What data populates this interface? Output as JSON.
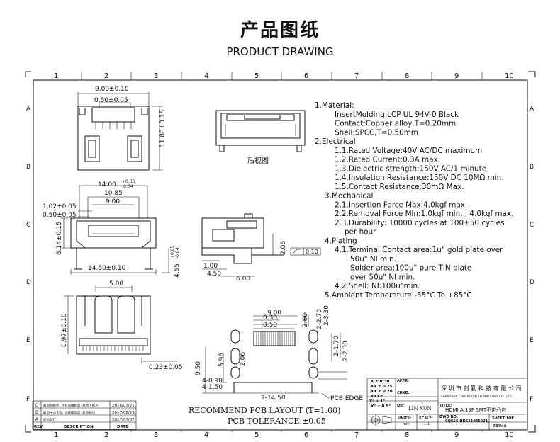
{
  "header": {
    "title_cn": "产品图纸",
    "title_en": "PRODUCT DRAWING"
  },
  "frame": {
    "columns": [
      "1",
      "2",
      "3",
      "4",
      "5",
      "6",
      "7",
      "8",
      "9",
      "10"
    ],
    "rows": [
      "A",
      "B",
      "C",
      "D",
      "E",
      "F"
    ]
  },
  "views": {
    "rear_view_label": "后视图",
    "top_dims": {
      "width": "9.00±0.10",
      "pin": "0.50±0.05",
      "height": "11.80±0.15"
    },
    "front_dims": {
      "total": "14.00",
      "total_tol_up": "+0.05",
      "total_tol_dn": "-0.04",
      "inner": "10.85",
      "pin_span": "9.00",
      "d1": "1.02±0.05",
      "d2": "0.50±0.05",
      "height": "6.14±0.15",
      "base": "14.50±0.10",
      "side_h": "4.55",
      "side_h_tol_up": "+0.05",
      "side_h_tol_dn": "-0.04"
    },
    "side_dims": {
      "d206": "2.06",
      "flatness": "0.10",
      "d100": "1.00",
      "d450": "4.50",
      "d600": "6.00"
    },
    "bottom_dims": {
      "d500": "5.00",
      "d097": "0.97±0.10",
      "d023": "0.23±0.05"
    }
  },
  "pcb": {
    "dims": [
      "9.00",
      "0.30",
      "0.50",
      "2.60",
      "2-2.70",
      "2-3.30",
      "2-1.70",
      "2-2.30",
      "9.50",
      "5.96",
      "2.06",
      "4-0.90",
      "4-1.50",
      "2-14.50"
    ],
    "edge_label": "PCB EDGE",
    "layout_title": "RECOMMEND PCB LAYOUT (T=1.00)",
    "tolerance": "PCB TOLERANCE:±0.05"
  },
  "specs": [
    {
      "text": "1.Material:",
      "indent": 0
    },
    {
      "text": "InsertMolding:LCP UL 94V-0 Black",
      "indent": 2
    },
    {
      "text": "Contact:Copper alloy,T=0.20mm",
      "indent": 2
    },
    {
      "text": "Shell:SPCC,T=0.50mm",
      "indent": 2
    },
    {
      "text": "2.Electrical",
      "indent": 0
    },
    {
      "text": "1.1.Rated Voltage:40V AC/DC maximum",
      "indent": 2
    },
    {
      "text": "1.2.Rated Current:0.3A max.",
      "indent": 2
    },
    {
      "text": "1.3.Dielectric strength:150V AC/1 minute",
      "indent": 2
    },
    {
      "text": "1.4.Insulation Resistance:150V DC 10MΩ min.",
      "indent": 2
    },
    {
      "text": "1.5.Contact Resistance:30mΩ Max.",
      "indent": 2
    },
    {
      "text": "3.Mechanical",
      "indent": 1
    },
    {
      "text": "2.1.Insertion Force Max:4.0kgf max.",
      "indent": 2
    },
    {
      "text": "2.2.Removal Force Min:1.0kgf min. , 4.0kgf max.",
      "indent": 2
    },
    {
      "text": "2.3.Durability: 10000 cycles at 100±50 cycles",
      "indent": 2
    },
    {
      "text": "per hour",
      "indent": 3
    },
    {
      "text": "4.Plating",
      "indent": 1
    },
    {
      "text": "4.1.Terminal:Contact area:1u\" gold plate over",
      "indent": 2
    },
    {
      "text": "50u\" NI min.",
      "indent": 4
    },
    {
      "text": "Solder area:100u\" pure TIN plate",
      "indent": 4
    },
    {
      "text": "over 50u\" NI min.",
      "indent": 4
    },
    {
      "text": "4.2.Shell: NI:100u\"min.",
      "indent": 2
    },
    {
      "text": "5.Ambient Temperature:-55°C To +85°C",
      "indent": 1
    }
  ],
  "revisions": [
    {
      "rev": "C",
      "desc": "取消側腳位, 外殼加嘴對面, 修改下拆片",
      "date": "2018/07/21"
    },
    {
      "rev": "B",
      "desc": "取消中心卡點, 加縮版高度, 修改腳位",
      "date": "2017/08/29"
    },
    {
      "rev": "A",
      "desc": "初始發行",
      "date": "2017/07/07"
    }
  ],
  "rev_headers": {
    "rev": "REV",
    "desc": "DESCRIPTION",
    "date": "DATE"
  },
  "title_block": {
    "tolerances": [
      ".X ± 0.30",
      ".XX ± 0.25",
      ".XX ± 0.20",
      ".XXX±",
      "X° ± 1°",
      ".X° ± 0.5°"
    ],
    "appr_label": "APPR:",
    "chkd_label": "CHKD:",
    "dr_label": "DR:",
    "drawer": "LIN XUN",
    "company_cn": "深 圳 市 創 勤 科 技 有 限 公 司",
    "company_en": "SHENZHEN CHUANGQIN TECHNOLOGY CO., LTD.",
    "title_label": "TITLE:",
    "title": "HDMI A 19P SMT不带凸包",
    "dwg_label": "DWG NO:",
    "dwg_no": "CQ556-HDS51936521",
    "units_label": "UNITS:",
    "units": "mm",
    "scale_label": "SCALE:",
    "scale": "1:1",
    "sheet": "SHEET:1OF",
    "rev": "REV: A"
  }
}
